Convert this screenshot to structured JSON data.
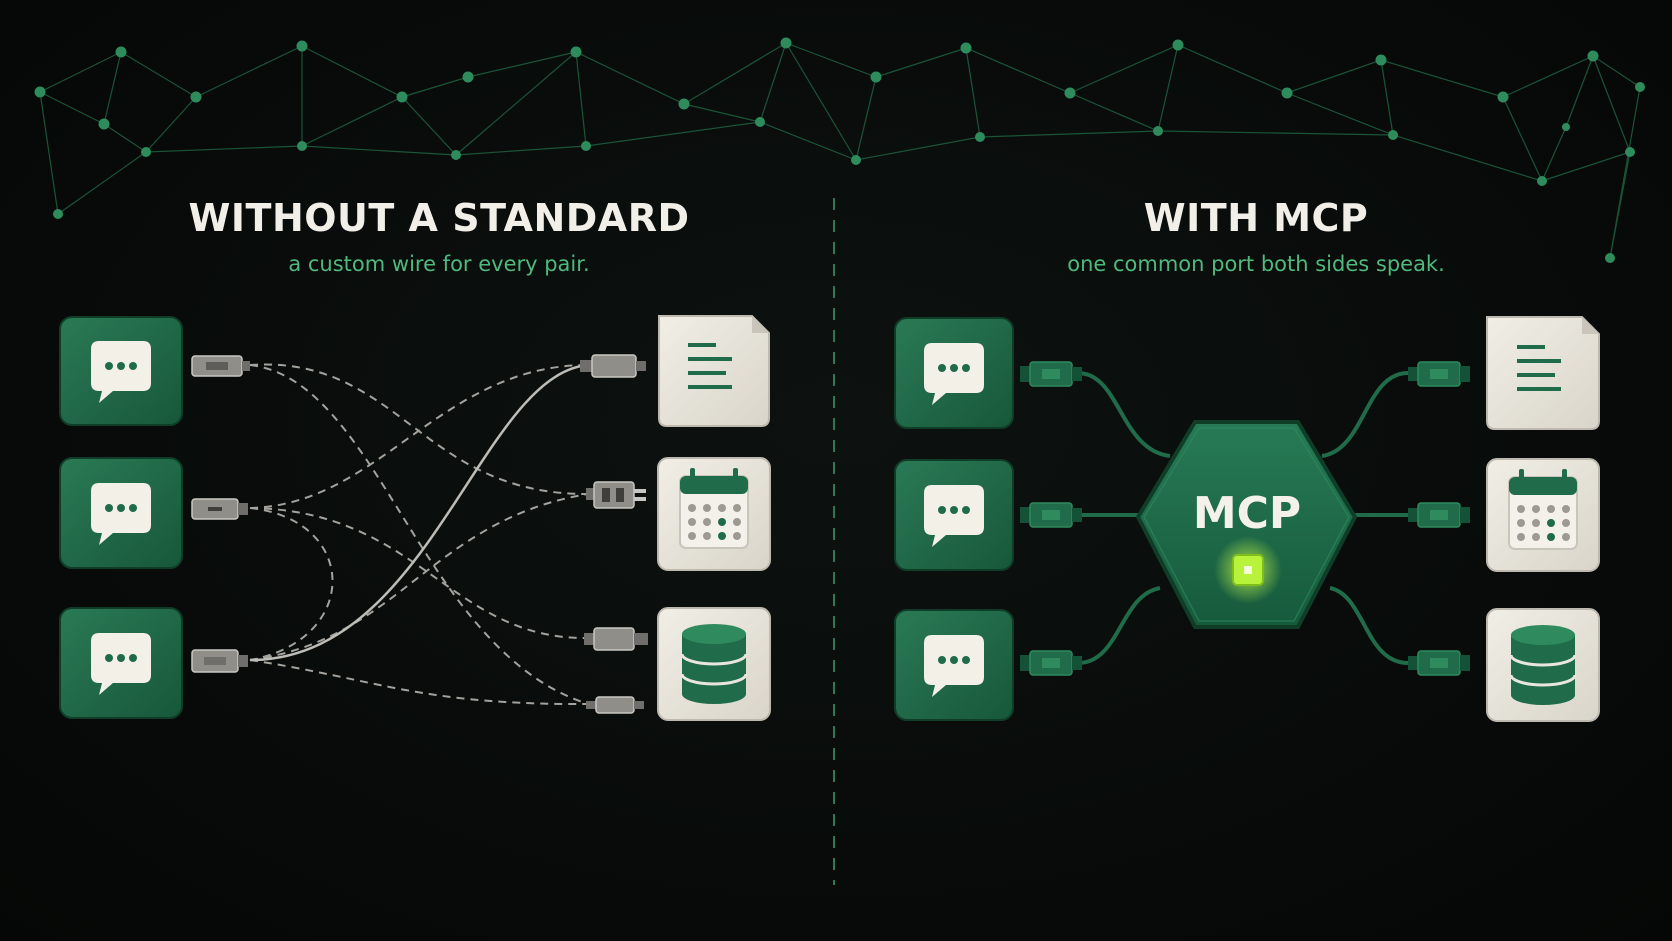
{
  "left_panel": {
    "title": "WITHOUT A STANDARD",
    "subtitle": "a custom wire for every pair.",
    "clients": [
      "chat-bubble-icon",
      "chat-bubble-icon",
      "chat-bubble-icon"
    ],
    "resources": [
      "document-icon",
      "calendar-icon",
      "database-icon"
    ]
  },
  "right_panel": {
    "title": "WITH MCP",
    "subtitle": "one common port both sides speak.",
    "hub_label": "MCP",
    "clients": [
      "chat-bubble-icon",
      "chat-bubble-icon",
      "chat-bubble-icon"
    ],
    "resources": [
      "document-icon",
      "calendar-icon",
      "database-icon"
    ]
  },
  "colors": {
    "background": "#080b0a",
    "brand_green": "#1f6b4a",
    "accent_green": "#4fb97e",
    "tile_paper": "#e9e6dd",
    "wire_gray": "#9a9a96",
    "hub_light": "#b8f23a"
  }
}
